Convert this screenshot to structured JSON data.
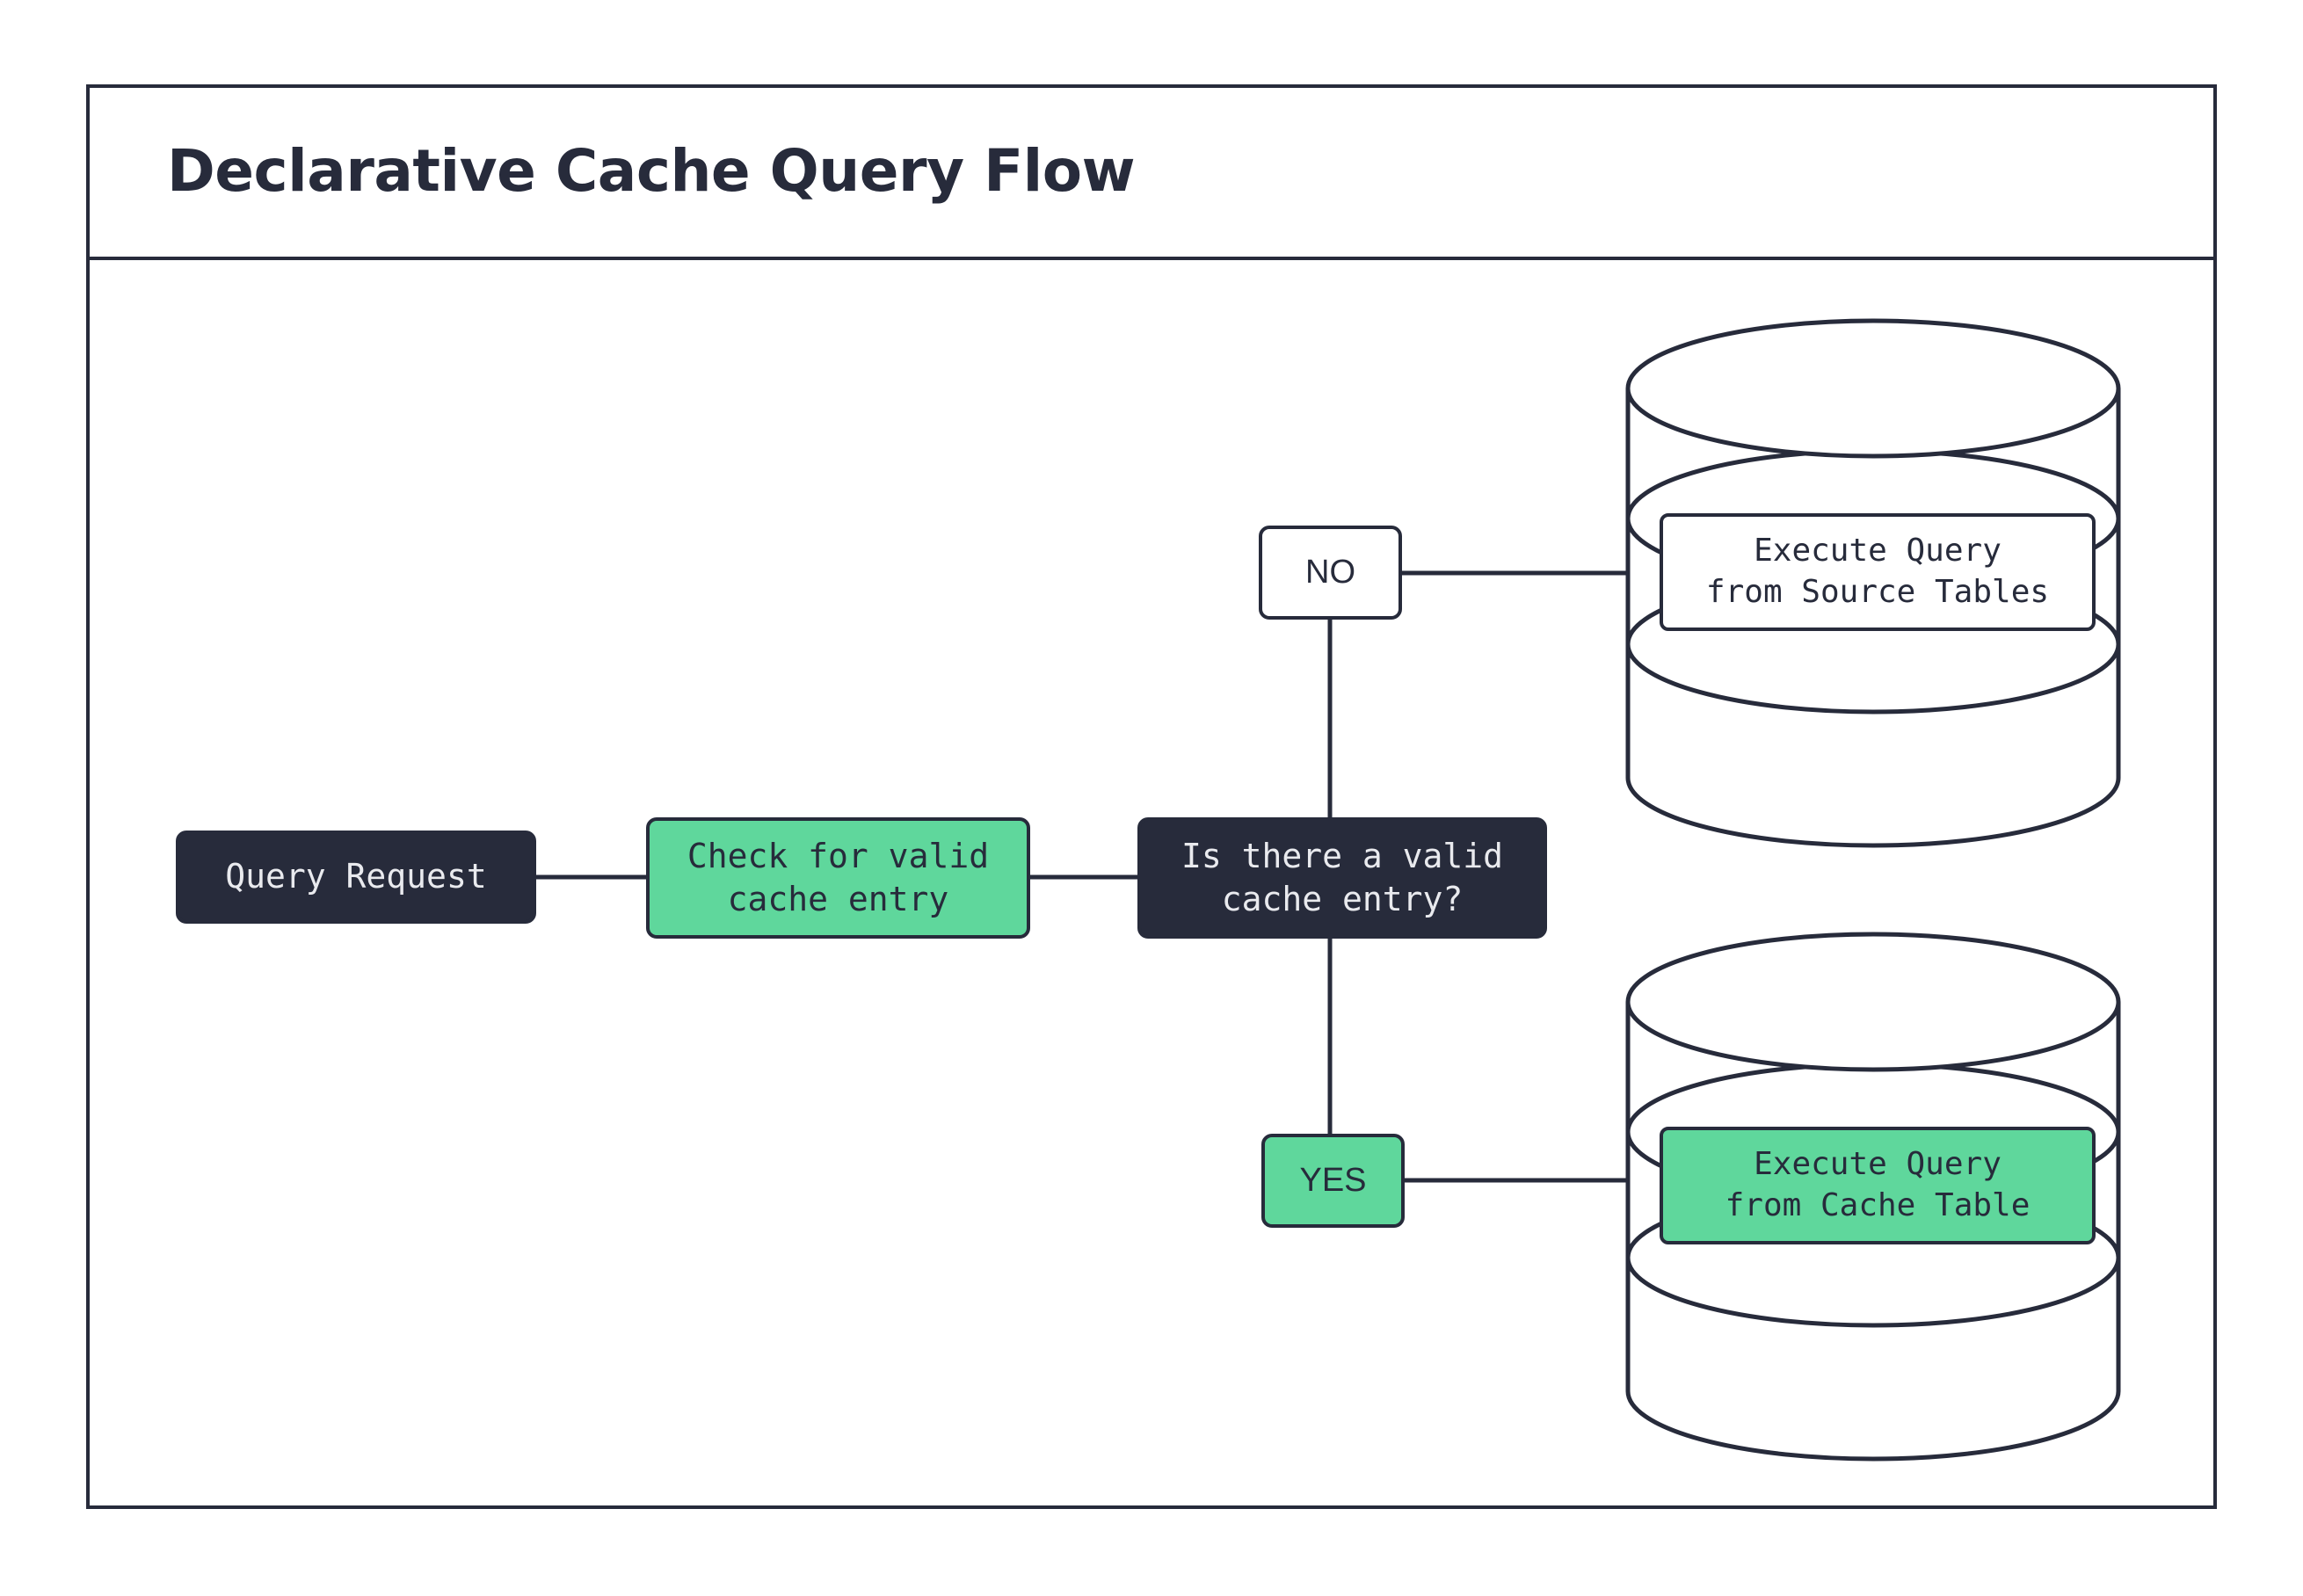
{
  "frame": {
    "title": "Declarative Cache Query Flow"
  },
  "colors": {
    "ink": "#272B3B",
    "green": "#5FD79C",
    "paper": "#FFFFFF",
    "dark_text": "#E9EAEE"
  },
  "flow": {
    "nodes": [
      {
        "id": "query-request",
        "label": "Query Request",
        "style": "dark"
      },
      {
        "id": "check-cache",
        "label": "Check for valid\ncache entry",
        "style": "green"
      },
      {
        "id": "decision",
        "label": "Is there a valid\ncache entry?",
        "style": "dark"
      },
      {
        "id": "branch-no",
        "label": "NO",
        "style": "white"
      },
      {
        "id": "branch-yes",
        "label": "YES",
        "style": "green"
      },
      {
        "id": "source-tables",
        "label": "Execute Query\nfrom Source Tables",
        "style": "white"
      },
      {
        "id": "cache-table",
        "label": "Execute Query\nfrom Cache Table",
        "style": "green"
      }
    ],
    "edges": [
      {
        "from": "query-request",
        "to": "check-cache"
      },
      {
        "from": "check-cache",
        "to": "decision"
      },
      {
        "from": "decision",
        "to": "branch-no",
        "label": "NO"
      },
      {
        "from": "decision",
        "to": "branch-yes",
        "label": "YES"
      },
      {
        "from": "branch-no",
        "to": "source-tables"
      },
      {
        "from": "branch-yes",
        "to": "cache-table"
      }
    ],
    "databases": [
      {
        "id": "source-db",
        "contains": "source-tables"
      },
      {
        "id": "cache-db",
        "contains": "cache-table"
      }
    ]
  }
}
